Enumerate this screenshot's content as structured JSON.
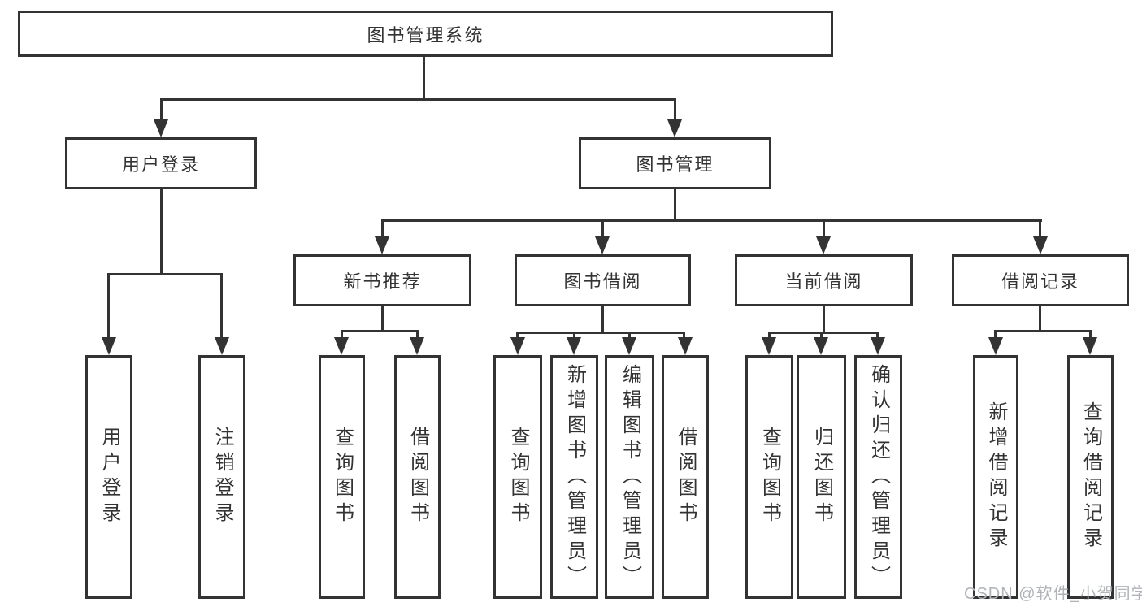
{
  "tree": {
    "root": "图书管理系统",
    "user_login": {
      "label": "用户登录",
      "children": [
        "用户登录",
        "注销登录"
      ]
    },
    "book_management": {
      "label": "图书管理",
      "sections": [
        {
          "label": "新书推荐",
          "children": [
            "查询图书",
            "借阅图书"
          ]
        },
        {
          "label": "图书借阅",
          "children": [
            "查询图书",
            "新增图书（管理员）",
            "编辑图书（管理员）",
            "借阅图书"
          ]
        },
        {
          "label": "当前借阅",
          "children": [
            "查询图书",
            "归还图书",
            "确认归还（管理员）"
          ]
        },
        {
          "label": "借阅记录",
          "children": [
            "新增借阅记录",
            "查询借阅记录"
          ]
        }
      ]
    }
  },
  "watermark": "CSDN @软件_小贺同学",
  "colors": {
    "line": "#333333",
    "text": "#333333",
    "background": "#ffffff",
    "watermark": "#b0b3b8"
  }
}
